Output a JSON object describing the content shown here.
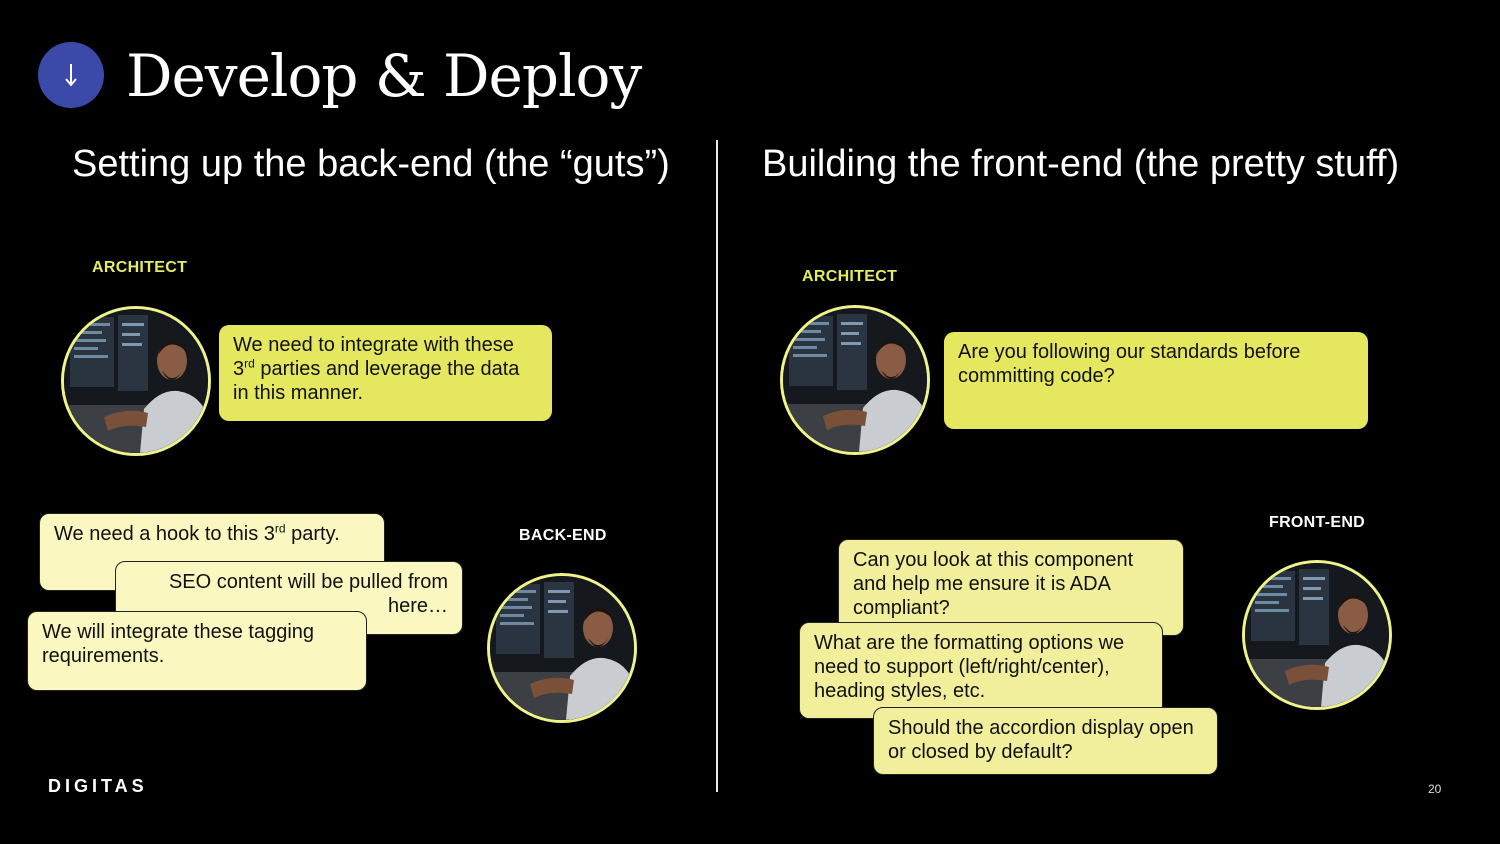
{
  "slide": {
    "title": "Develop & Deploy",
    "icon": "arrow-down-icon",
    "accent_color": "#3b4aa8",
    "logo": "DIGITAS",
    "page_number": "20"
  },
  "left": {
    "heading": "Setting up the back-end (the “guts”)",
    "architect_label": "ARCHITECT",
    "architect_quote_pre": "We need to integrate with these 3",
    "architect_quote_sup": "rd",
    "architect_quote_post": " parties and leverage the data in this manner.",
    "backend_label": "BACK-END",
    "bubble1_pre": "We need a hook to this 3",
    "bubble1_sup": "rd",
    "bubble1_post": " party.",
    "bubble2": "SEO content will be pulled from here…",
    "bubble3": "We will integrate these tagging requirements."
  },
  "right": {
    "heading": "Building the front-end (the pretty stuff)",
    "architect_label": "ARCHITECT",
    "architect_quote": "Are you following our standards before committing code?",
    "frontend_label": "FRONT-END",
    "bubble1": "Can you look at this component and help me ensure it is ADA compliant?",
    "bubble2": "What are the formatting options we need to support (left/right/center), heading styles, etc.",
    "bubble3": "Should the accordion display open or closed by default?"
  },
  "colors": {
    "highlight_yellow": "#e5e85e",
    "pale_yellow": "#fbf7c0",
    "label_yellow": "#e5ec62"
  }
}
